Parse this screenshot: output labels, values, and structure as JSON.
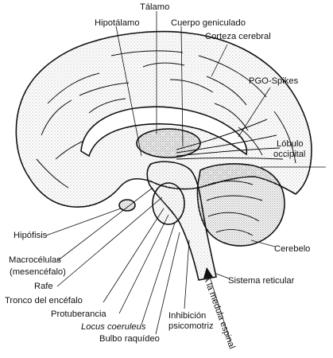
{
  "labels": {
    "talamo": "Tálamo",
    "hipotalamo": "Hipotálamo",
    "cuerpo_geniculado": "Cuerpo geniculado",
    "corteza_cerebral": "Corteza cerebral",
    "pgo_spikes": "PGO-Spikes",
    "lobulo": "Lóbulo",
    "occipital": "occipital",
    "hipofisis": "Hipófisis",
    "macrocelulas": "Macrocélulas",
    "mesencefalo": "(mesencéfalo)",
    "rafe": "Rafe",
    "tronco": "Tronco del encéfalo",
    "cerebelo": "Cerebelo",
    "sistema_reticular": "Sistema reticular",
    "protuberancia": "Protuberancia",
    "locus_coeruleus": "Locus coeruleus",
    "bulbo": "Bulbo raquídeo",
    "inhibicion": "Inhibición",
    "psicomotriz": "psicomotriz",
    "medula": "A la medula espinal"
  },
  "colors": {
    "ink": "#111111",
    "paper": "#ffffff",
    "stipple": "#9a9a9a"
  }
}
